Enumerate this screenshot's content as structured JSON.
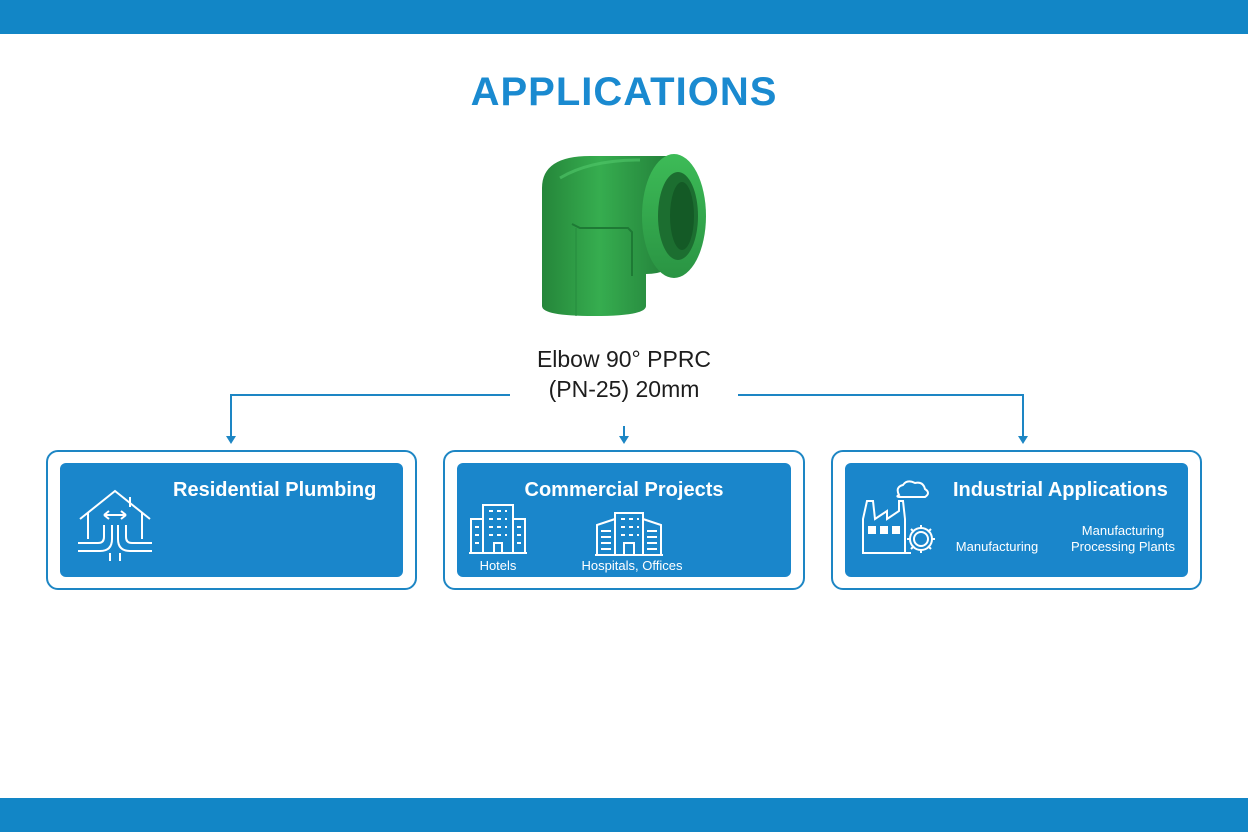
{
  "title": "APPLICATIONS",
  "product": {
    "name_line1": "Elbow 90° PPRC",
    "name_line2": "(PN-25) 20mm",
    "color": "#2e9e44"
  },
  "colors": {
    "band": "#1286c6",
    "card": "#1a86cb",
    "title": "#1a8ad0"
  },
  "categories": [
    {
      "title": "Residential Plumbing",
      "icon": "house-plumbing-icon",
      "labels": []
    },
    {
      "title": "Commercial Projects",
      "icon": "office-building-icon",
      "labels": [
        "Hotels",
        "Hospitals,  Offices"
      ]
    },
    {
      "title": "Industrial Applications",
      "icon": "factory-gear-icon",
      "labels": [
        "Manufacturing",
        "Manufacturing",
        "Processing Plants"
      ]
    }
  ]
}
